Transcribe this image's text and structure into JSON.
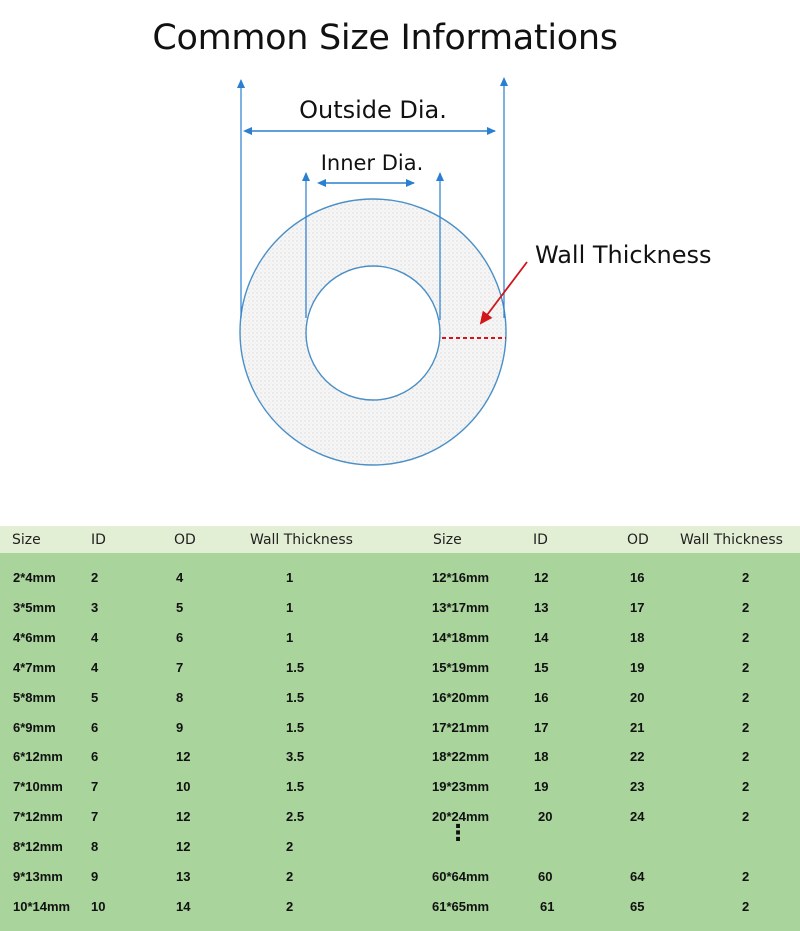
{
  "title": "Common Size Informations",
  "diagram": {
    "outside_label": "Outside Dia.",
    "inner_label": "Inner Dia.",
    "wall_label": "Wall Thickness",
    "ring_color": "#4a8fc6",
    "dim_color": "#2a7fd0",
    "wall_color": "#d0151b"
  },
  "table": {
    "header_bg": "#e3efd5",
    "body_bg": "#a9d49c",
    "headers": [
      "Size",
      "ID",
      "OD",
      "Wall Thickness",
      "Size",
      "ID",
      "OD",
      "Wall Thickness"
    ],
    "left_rows": [
      [
        "2*4mm",
        "2",
        "4",
        "1"
      ],
      [
        "3*5mm",
        "3",
        "5",
        "1"
      ],
      [
        "4*6mm",
        "4",
        "6",
        "1"
      ],
      [
        "4*7mm",
        "4",
        "7",
        "1.5"
      ],
      [
        "5*8mm",
        "5",
        "8",
        "1.5"
      ],
      [
        "6*9mm",
        "6",
        "9",
        "1.5"
      ],
      [
        "6*12mm",
        "6",
        "12",
        "3.5"
      ],
      [
        "7*10mm",
        "7",
        "10",
        "1.5"
      ],
      [
        "7*12mm",
        "7",
        "12",
        "2.5"
      ],
      [
        "8*12mm",
        "8",
        "12",
        "2"
      ],
      [
        "9*13mm",
        "9",
        "13",
        "2"
      ],
      [
        "10*14mm",
        "10",
        "14",
        "2"
      ]
    ],
    "right_rows": [
      [
        "12*16mm",
        "12",
        "16",
        "2"
      ],
      [
        "13*17mm",
        "13",
        "17",
        "2"
      ],
      [
        "14*18mm",
        "14",
        "18",
        "2"
      ],
      [
        "15*19mm",
        "15",
        "19",
        "2"
      ],
      [
        "16*20mm",
        "16",
        "20",
        "2"
      ],
      [
        "17*21mm",
        "17",
        "21",
        "2"
      ],
      [
        "18*22mm",
        "18",
        "22",
        "2"
      ],
      [
        "19*23mm",
        "19",
        "23",
        "2"
      ],
      [
        "20*24mm",
        "20",
        "24",
        "2"
      ],
      [
        "",
        "",
        "",
        ""
      ],
      [
        "60*64mm",
        "60",
        "64",
        "2"
      ],
      [
        "61*65mm",
        "61",
        "65",
        "2"
      ]
    ],
    "ellipsis": "⋮"
  }
}
